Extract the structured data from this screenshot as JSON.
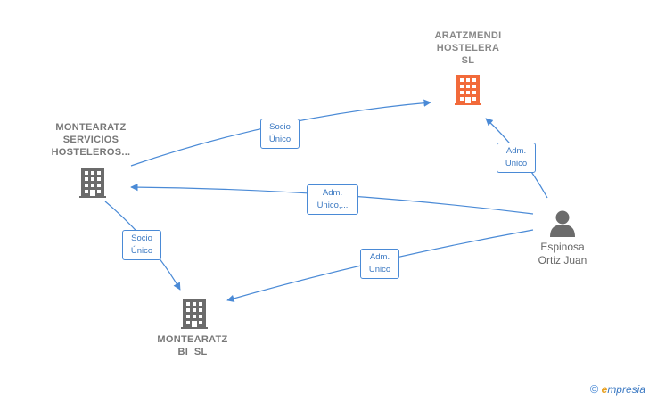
{
  "nodes": {
    "aratzmendi": {
      "lines": [
        "ARATZMENDI",
        "HOSTELERA",
        "SL"
      ],
      "color": "#f26a3a"
    },
    "montearatz_servicios": {
      "lines": [
        "MONTEARATZ",
        "SERVICIOS",
        "HOSTELEROS..."
      ],
      "color": "#6b6b6b"
    },
    "montearatz_bi": {
      "lines": [
        "MONTEARATZ",
        "BI  SL"
      ],
      "color": "#6b6b6b"
    },
    "espinosa": {
      "lines": [
        "Espinosa",
        "Ortiz Juan"
      ],
      "color": "#6b6b6b"
    }
  },
  "edges": {
    "socio_unico_top": {
      "lines": [
        "Socio",
        "Único"
      ]
    },
    "adm_unico_right": {
      "lines": [
        "Adm.",
        "Unico"
      ]
    },
    "adm_unico_mid": {
      "lines": [
        "Adm.",
        "Unico,..."
      ]
    },
    "socio_unico_left": {
      "lines": [
        "Socio",
        "Único"
      ]
    },
    "adm_unico_bottom": {
      "lines": [
        "Adm.",
        "Unico"
      ]
    }
  },
  "edge_color": "#4a8ad6",
  "brand": {
    "copyright": "©",
    "e": "e",
    "rest": "mpresia"
  }
}
